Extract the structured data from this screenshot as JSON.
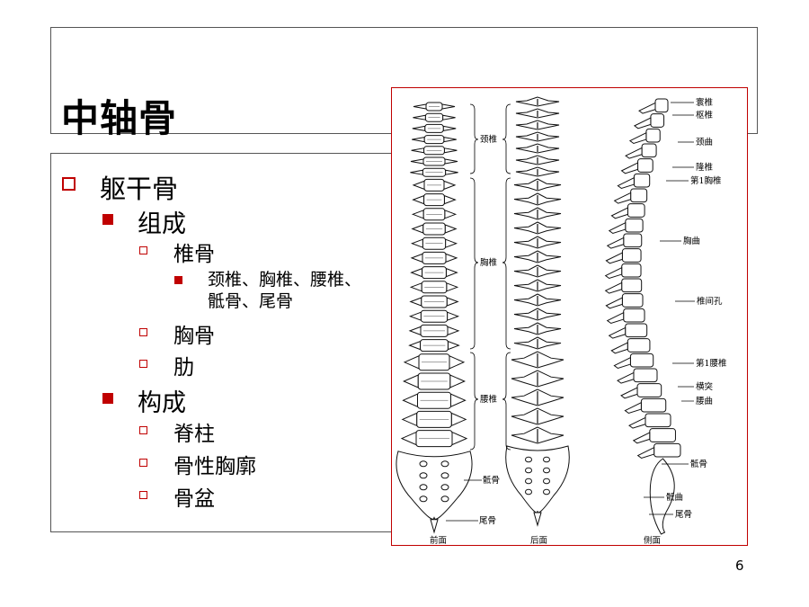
{
  "title": "中轴骨",
  "outline": {
    "l1": "躯干骨",
    "group1": "组成",
    "vertebra": "椎骨",
    "vertebra_detail_1": "颈椎、胸椎、腰椎、",
    "vertebra_detail_2": "骶骨、尾骨",
    "sternum": "胸骨",
    "ribs": "肋",
    "group2": "构成",
    "spine": "脊柱",
    "thorax": "骨性胸廓",
    "pelvis": "骨盆"
  },
  "figure": {
    "front_labels": {
      "cervical": "颈椎",
      "thoracic": "胸椎",
      "lumbar": "腰椎",
      "sacrum": "骶骨",
      "coccyx": "尾骨"
    },
    "side_labels": {
      "atlas": "寰椎",
      "axis": "枢椎",
      "cervical_curve": "颈曲",
      "prominens": "隆椎",
      "t1": "第1胸椎",
      "thoracic_curve": "胸曲",
      "foramen": "椎间孔",
      "l1": "第1腰椎",
      "transverse": "横突",
      "lumbar_curve": "腰曲",
      "sacrum": "骶骨",
      "sacral_curve": "骶曲",
      "coccyx": "尾骨"
    },
    "captions": {
      "front": "前面",
      "back": "后面",
      "side": "侧面"
    }
  },
  "page_number": "6",
  "colors": {
    "accent": "#c00000",
    "border": "#555555"
  }
}
